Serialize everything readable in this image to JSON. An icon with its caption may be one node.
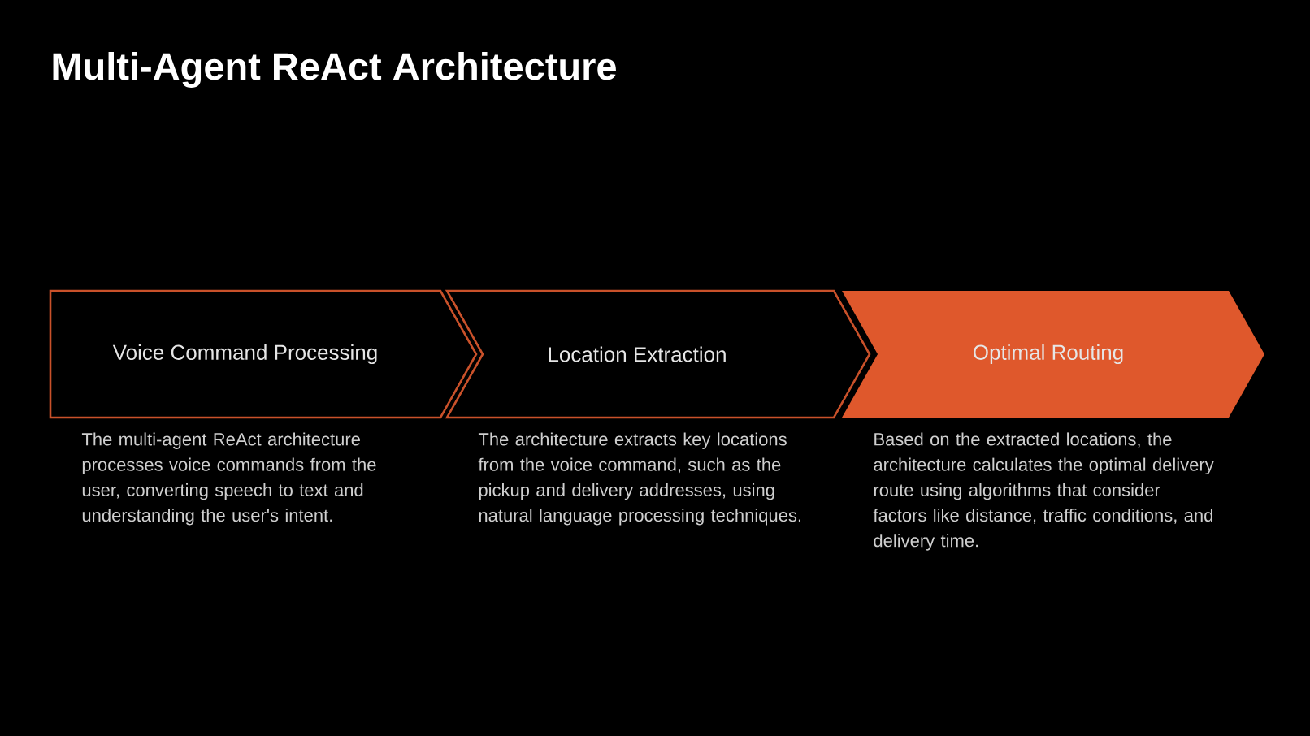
{
  "diagram": {
    "title": "Multi-Agent ReAct Architecture",
    "nodes": [
      {
        "text": [
          "Voice Command Processing"
        ],
        "beside": [
          "The multi-agent ReAct architecture processes voice commands from the user, converting speech to text and understanding the user's intent."
        ]
      },
      {
        "text": [
          "Location Extraction"
        ],
        "beside": [
          "The architecture extracts key locations from the voice command, such as the pickup and delivery addresses, using natural language processing techniques."
        ]
      },
      {
        "text": [
          "Optimal Routing"
        ],
        "beside": [
          "Based on the extracted locations, the architecture calculates the optimal delivery route using algorithms that consider factors like distance, traffic conditions, and delivery time."
        ]
      }
    ]
  }
}
